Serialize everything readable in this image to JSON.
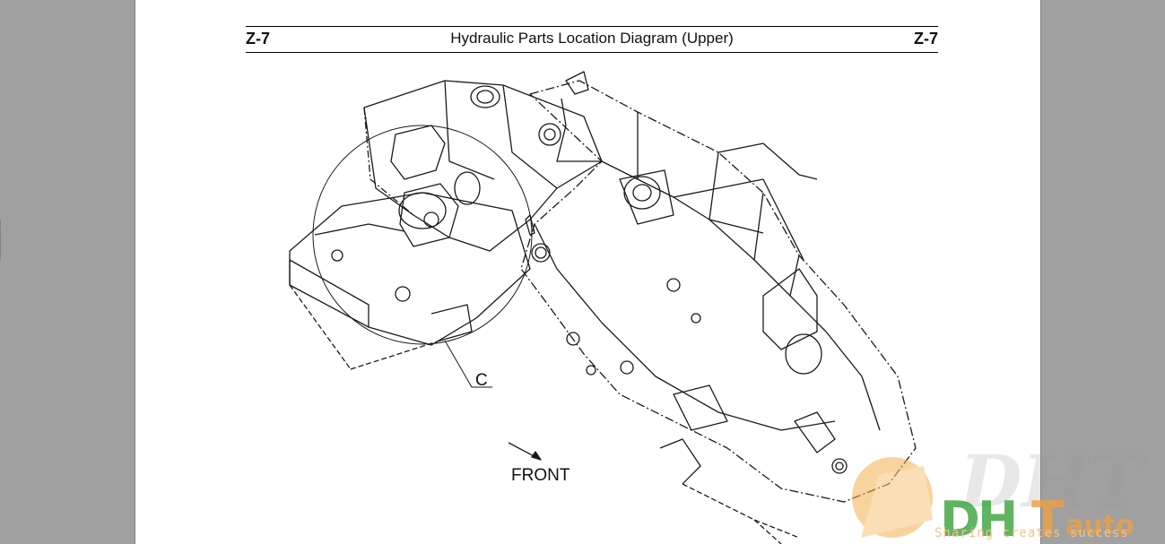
{
  "header": {
    "code_left": "Z-7",
    "title": "Hydraulic Parts Location Diagram (Upper)",
    "code_right": "Z-7"
  },
  "labels": {
    "detail": "C",
    "direction": "FRONT"
  },
  "watermark": {
    "brand": "DHT auto",
    "slogan": "Sharing creates success"
  },
  "colors": {
    "viewer_background": "#a0a0a0",
    "page": "#ffffff",
    "line": "#1a1a1a",
    "watermark_orange": "#f0a040",
    "watermark_green": "#3aa23a"
  }
}
